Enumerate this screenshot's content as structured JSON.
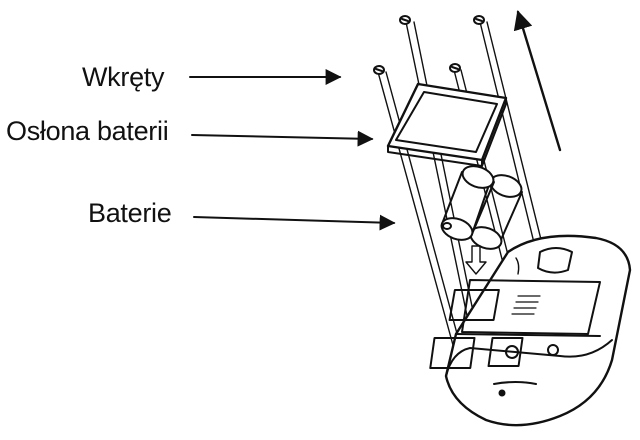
{
  "labels": {
    "screws": "Wkręty",
    "battery_cover": "Osłona baterii",
    "batteries": "Baterie"
  },
  "colors": {
    "line": "#111111",
    "background": "#ffffff"
  }
}
